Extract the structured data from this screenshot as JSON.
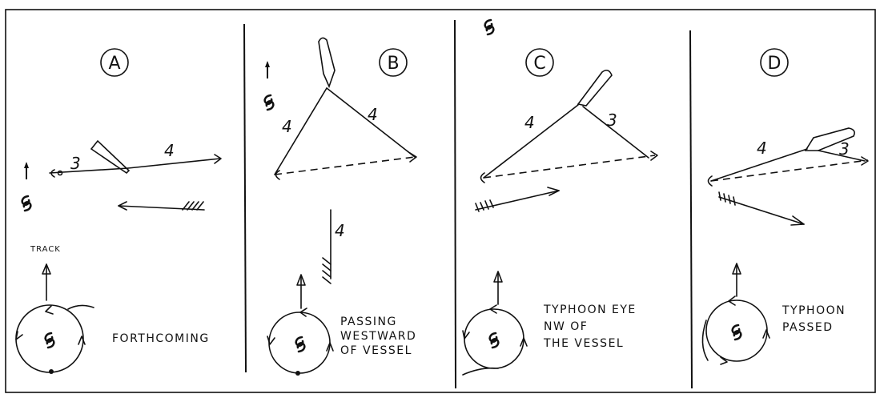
{
  "panels": [
    {
      "id": "A",
      "letter": "A",
      "vector_labels": [
        "3",
        "4"
      ],
      "caption_lines": [
        "FORTHCOMING"
      ],
      "track_label": "TRACK"
    },
    {
      "id": "B",
      "letter": "B",
      "vector_labels": [
        "4",
        "4"
      ],
      "wind_label": "4",
      "caption_lines": [
        "PASSING",
        "WESTWARD",
        "OF VESSEL"
      ]
    },
    {
      "id": "C",
      "letter": "C",
      "vector_labels": [
        "4",
        "3"
      ],
      "caption_lines": [
        "TYPHOON EYE",
        "NW OF",
        "THE VESSEL"
      ]
    },
    {
      "id": "D",
      "letter": "D",
      "vector_labels": [
        "4",
        "3"
      ],
      "caption_lines": [
        "TYPHOON",
        "PASSED"
      ]
    }
  ],
  "symbols": {
    "typhoon": "typhoon-symbol-icon",
    "north": "north-arrow-icon",
    "vessel": "vessel-hull-icon"
  }
}
